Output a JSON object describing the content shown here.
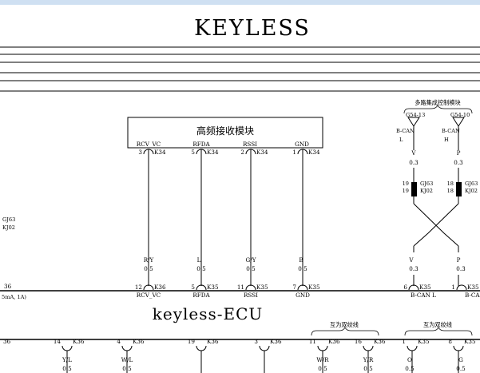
{
  "title": "KEYLESS",
  "ecu_label": "keyless-ECU",
  "receiver": {
    "label": "高频接收模块",
    "pins": [
      {
        "signal": "RCV_VC",
        "pin": "3",
        "conn": "K34"
      },
      {
        "signal": "RFDA",
        "pin": "5",
        "conn": "K34"
      },
      {
        "signal": "RSSI",
        "pin": "2",
        "conn": "K34"
      },
      {
        "signal": "GND",
        "pin": "1",
        "conn": "K34"
      }
    ],
    "wires": [
      {
        "color": "R/Y",
        "size": "0.5"
      },
      {
        "color": "L",
        "size": "0.5"
      },
      {
        "color": "G/Y",
        "size": "0.5"
      },
      {
        "color": "B",
        "size": "0.5"
      }
    ],
    "ecu_pins": [
      {
        "pin": "12",
        "conn": "K36",
        "signal": "RCV_VC"
      },
      {
        "pin": "5",
        "conn": "K35",
        "signal": "RFDA"
      },
      {
        "pin": "11",
        "conn": "K35",
        "signal": "RSSI"
      },
      {
        "pin": "7",
        "conn": "K35",
        "signal": "GND"
      }
    ]
  },
  "mux": {
    "label": "多路集成控制模块",
    "left": {
      "conn": "G54-13",
      "can": "B-CAN",
      "level": "L",
      "color": "V",
      "size": "0.3",
      "splice_a": "19",
      "splice_a_conn": "GJ63",
      "splice_b": "19",
      "splice_b_conn": "KJ02",
      "lower_color": "V",
      "lower_size": "0.3",
      "ecu_pin": "6",
      "ecu_conn": "K35",
      "ecu_signal": "B-CAN L"
    },
    "right": {
      "conn": "G54-10",
      "can": "B-CAN",
      "level": "H",
      "color": "P",
      "size": "0.3",
      "splice_a": "18",
      "splice_a_conn": "GJ63",
      "splice_b": "18",
      "splice_b_conn": "KJ02",
      "lower_color": "P",
      "lower_size": "0.3",
      "ecu_pin": "1",
      "ecu_conn": "K35",
      "ecu_signal": "B-CAN"
    }
  },
  "left_notes": {
    "line1": "GJ63",
    "line2": "KJ02",
    "pin": "36",
    "current": "5mA, 1A)"
  },
  "twisted_label": "互为双绞线",
  "bottom_pins": [
    {
      "pin": "36",
      "conn": "",
      "color": "",
      "size": ""
    },
    {
      "pin": "14",
      "conn": "K36",
      "color": "Y/L",
      "size": "0.5"
    },
    {
      "pin": "4",
      "conn": "K36",
      "color": "W/L",
      "size": "0.5"
    },
    {
      "pin": "19",
      "conn": "K36",
      "color": "",
      "size": ""
    },
    {
      "pin": "3",
      "conn": "K36",
      "color": "",
      "size": ""
    },
    {
      "pin": "11",
      "conn": "K36",
      "color": "W/R",
      "size": "0.5"
    },
    {
      "pin": "16",
      "conn": "K36",
      "color": "Y/R",
      "size": "0.5"
    },
    {
      "pin": "1",
      "conn": "K35",
      "color": "O",
      "size": "0.5"
    },
    {
      "pin": "8",
      "conn": "K35",
      "color": "G",
      "size": "0.5"
    }
  ]
}
